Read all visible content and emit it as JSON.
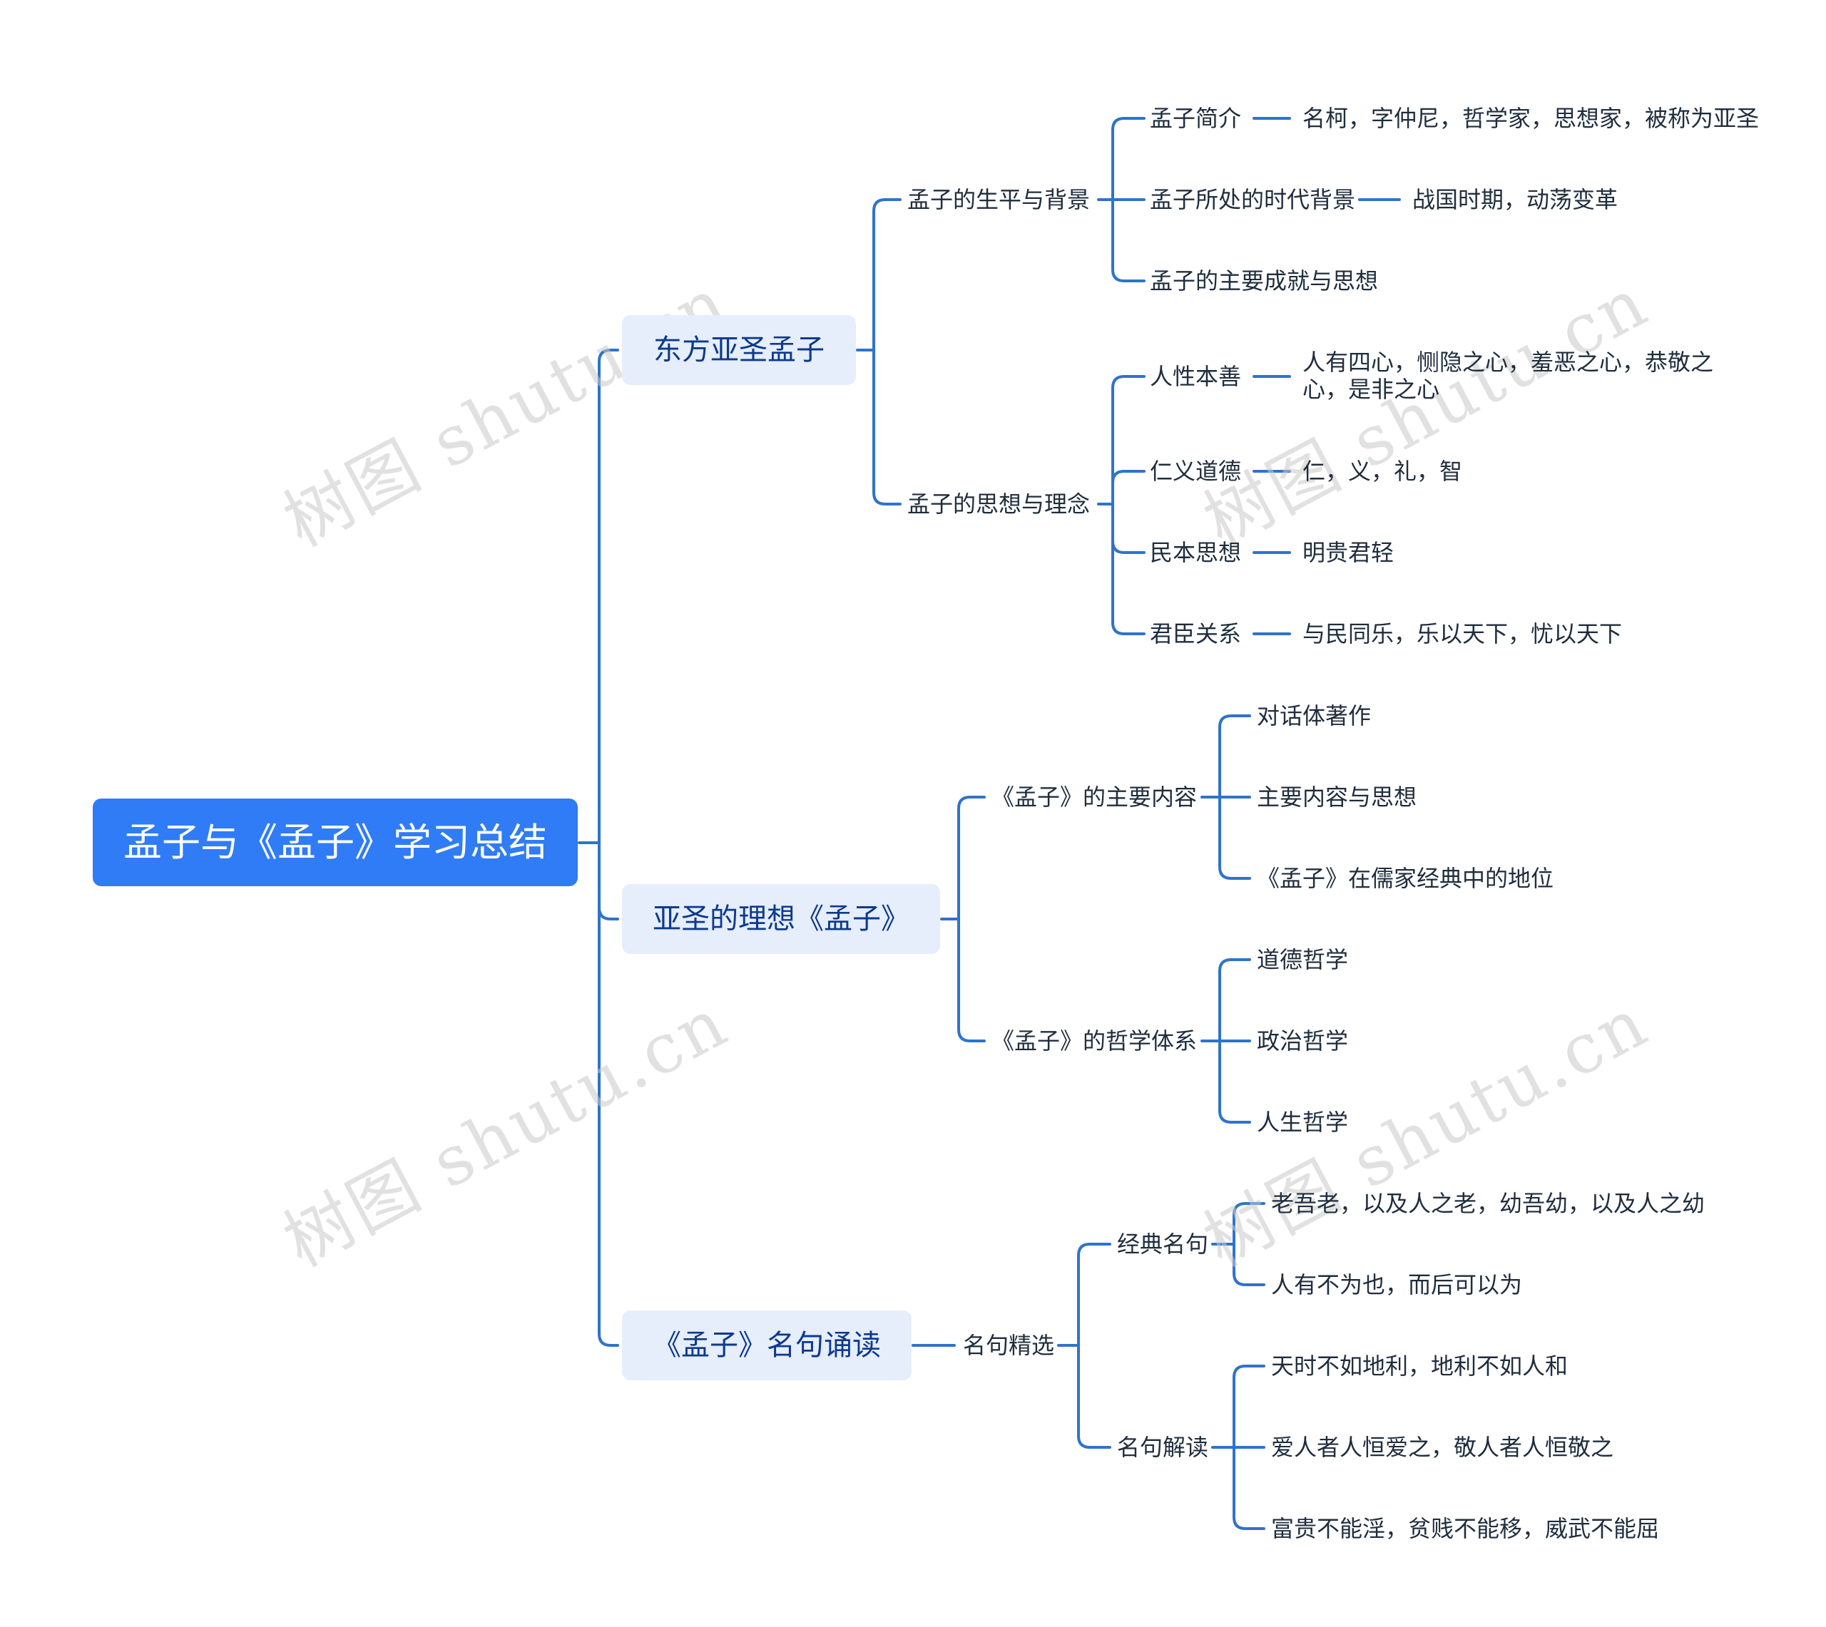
{
  "root": "孟子与《孟子》学习总结",
  "branches": [
    {
      "label": "东方亚圣孟子",
      "children": [
        {
          "label": "孟子的生平与背景",
          "children": [
            {
              "label": "孟子简介",
              "detail": "名柯，字仲尼，哲学家，思想家，被称为亚圣"
            },
            {
              "label": "孟子所处的时代背景",
              "detail": "战国时期，动荡变革"
            },
            {
              "label": "孟子的主要成就与思想"
            }
          ]
        },
        {
          "label": "孟子的思想与理念",
          "children": [
            {
              "label": "人性本善",
              "detail": "人有四心，恻隐之心，羞恶之心，恭敬之心，是非之心"
            },
            {
              "label": "仁义道德",
              "detail": "仁，义，礼，智"
            },
            {
              "label": "民本思想",
              "detail": "明贵君轻"
            },
            {
              "label": "君臣关系",
              "detail": "与民同乐，乐以天下，忧以天下"
            }
          ]
        }
      ]
    },
    {
      "label": "亚圣的理想《孟子》",
      "children": [
        {
          "label": "《孟子》的主要内容",
          "children": [
            {
              "label": "对话体著作"
            },
            {
              "label": "主要内容与思想"
            },
            {
              "label": "《孟子》在儒家经典中的地位"
            }
          ]
        },
        {
          "label": "《孟子》的哲学体系",
          "children": [
            {
              "label": "道德哲学"
            },
            {
              "label": "政治哲学"
            },
            {
              "label": "人生哲学"
            }
          ]
        }
      ]
    },
    {
      "label": "《孟子》名句诵读",
      "children": [
        {
          "label": "名句精选",
          "children": [
            {
              "label": "经典名句",
              "children": [
                {
                  "label": "老吾老，以及人之老，幼吾幼，以及人之幼"
                },
                {
                  "label": "人有不为也，而后可以为"
                }
              ]
            },
            {
              "label": "名句解读",
              "children": [
                {
                  "label": "天时不如地利，地利不如人和"
                },
                {
                  "label": "爱人者人恒爱之，敬人者人恒敬之"
                },
                {
                  "label": "富贵不能淫，贫贱不能移，威武不能屈"
                }
              ]
            }
          ]
        }
      ]
    }
  ],
  "watermark": "树图 shutu.cn",
  "colors": {
    "line": "#2f73cc",
    "root_bg": "#2f7cf6",
    "branch_bg": "#e6edfb",
    "branch_text": "#0d3a8c"
  }
}
